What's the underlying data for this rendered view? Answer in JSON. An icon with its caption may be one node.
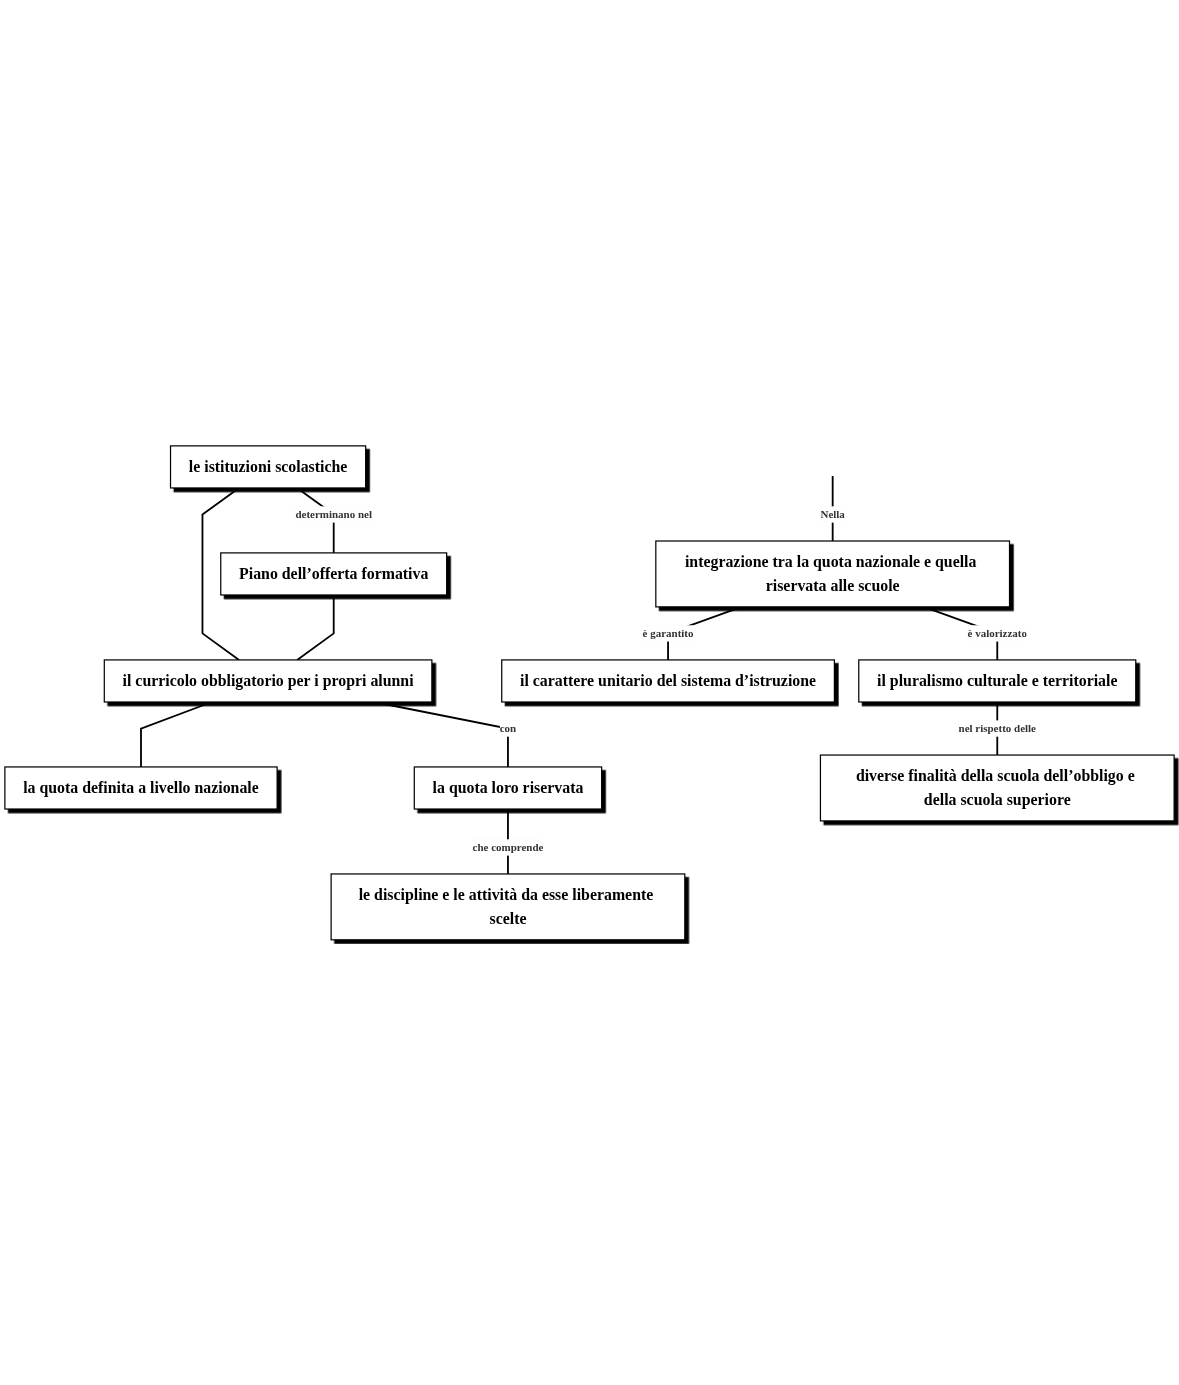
{
  "diagram": {
    "nodes": [
      {
        "text": [
          "le istituzioni scolastiche"
        ]
      },
      {
        "text": [
          "Piano dell’offerta formativa"
        ]
      },
      {
        "text": [
          "il curricolo obbligatorio per i propri alunni"
        ]
      },
      {
        "text": [
          "la quota definita a livello nazionale"
        ]
      },
      {
        "text": [
          "la quota loro riservata"
        ]
      },
      {
        "text": [
          "le discipline e le attività da esse liberamente scelte"
        ]
      },
      {
        "text": [
          "integrazione tra la quota nazionale e quella riservata alle scuole"
        ]
      },
      {
        "text": [
          "il carattere unitario del sistema d’istruzione"
        ]
      },
      {
        "text": [
          "il pluralismo culturale e territoriale"
        ]
      },
      {
        "text": [
          "diverse finalità della scuola dell’obbligo e della scuola superiore"
        ]
      }
    ],
    "edges": [
      {
        "from": 0,
        "to": 1,
        "arrow": "none",
        "label": "determinano nel"
      },
      {
        "from": 0,
        "to": 2,
        "arrow": "none"
      },
      {
        "from": 1,
        "to": 2,
        "arrow": "none"
      },
      {
        "from": 2,
        "to": 3,
        "arrow": "none"
      },
      {
        "from": 2,
        "to": 4,
        "arrow": "none",
        "label": "con"
      },
      {
        "from": 4,
        "to": 5,
        "arrow": "none",
        "label": "che comprende"
      },
      {
        "from": null,
        "to": 6,
        "arrow": "none",
        "label": "Nella"
      },
      {
        "from": 6,
        "to": 7,
        "arrow": "none",
        "label": "è garantito"
      },
      {
        "from": 6,
        "to": 8,
        "arrow": "none",
        "label": "è valorizzato"
      },
      {
        "from": 8,
        "to": 9,
        "arrow": "none",
        "label": "nel rispetto delle"
      }
    ]
  }
}
